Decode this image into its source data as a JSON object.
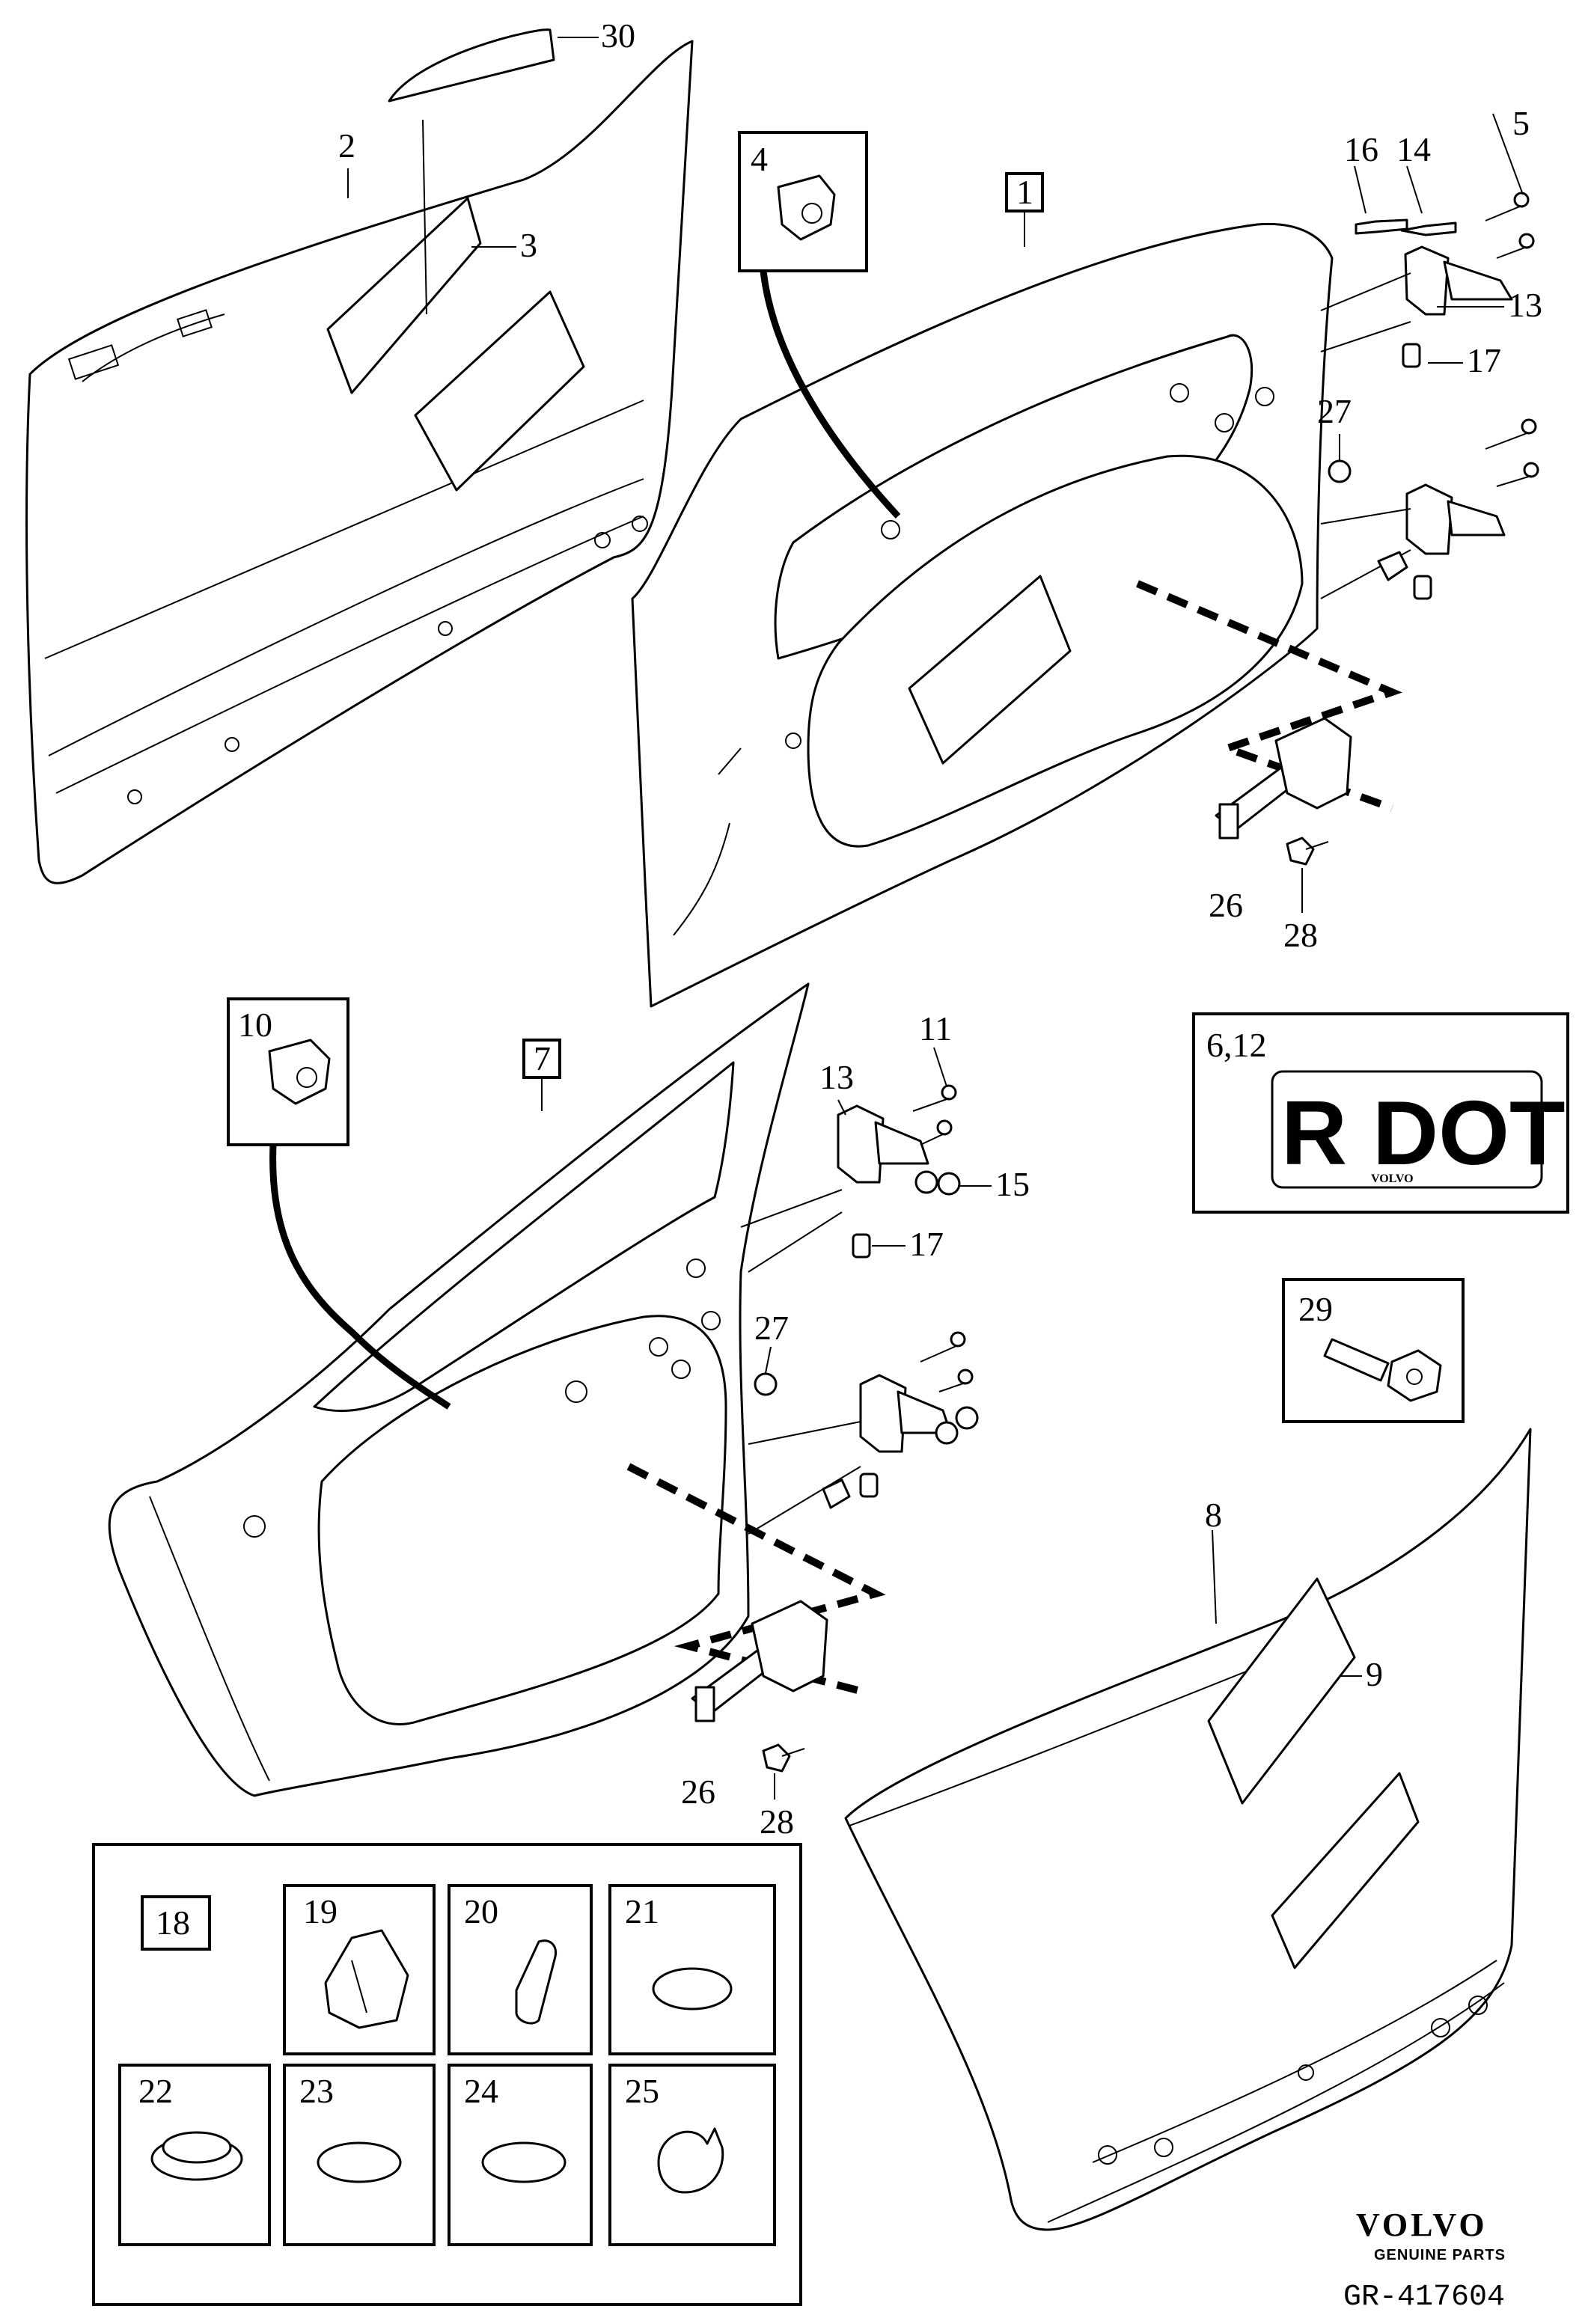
{
  "callouts": {
    "c30": "30",
    "c2": "2",
    "c3": "3",
    "c4": "4",
    "c1": "1",
    "c16": "16",
    "c14": "14",
    "c5": "5",
    "c13a": "13",
    "c17a": "17",
    "c27a": "27",
    "c26a": "26",
    "c28a": "28",
    "c10": "10",
    "c7": "7",
    "c11": "11",
    "c13b": "13",
    "c15": "15",
    "c17b": "17",
    "c27b": "27",
    "c26b": "26",
    "c28b": "28",
    "c8": "8",
    "c9": "9",
    "c29": "29",
    "c18": "18",
    "c19": "19",
    "c20": "20",
    "c21": "21",
    "c22": "22",
    "c23": "23",
    "c24": "24",
    "c25": "25"
  },
  "label_panel": {
    "ref": "6,12",
    "text": "R DOT",
    "brand": "VOLVO"
  },
  "footer": {
    "brand": "VOLVO",
    "tagline": "GENUINE PARTS",
    "ref": "GR-417604"
  }
}
